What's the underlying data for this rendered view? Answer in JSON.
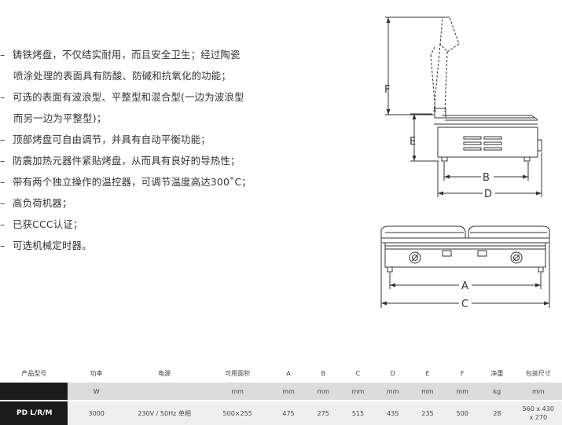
{
  "features": [
    {
      "text": "铸铁烤盘，不仅结实耐用，而且安全卫生；经过陶瓷",
      "dash": true
    },
    {
      "text": "喷涂处理的表面具有防酸、防碱和抗氧化的功能；",
      "dash": false
    },
    {
      "text": "可选的表面有波浪型、平整型和混合型(一边为波浪型",
      "dash": true
    },
    {
      "text": "而另一边为平整型)；",
      "dash": false
    },
    {
      "text": "顶部烤盘可自由调节，并具有自动平衡功能；",
      "dash": true
    },
    {
      "text": "防震加热元器件紧贴烤盘，从而具有良好的导热性；",
      "dash": true
    },
    {
      "text": "带有两个独立操作的温控器，可调节温度高达300˚C；",
      "dash": true
    },
    {
      "text": "高负荷机器；",
      "dash": true
    },
    {
      "text": "已获CCC认证；",
      "dash": true
    },
    {
      "text": "可选机械定时器。",
      "dash": true
    }
  ],
  "dash_symbol": "–",
  "dimension_labels": {
    "F": "F",
    "E": "E",
    "B": "B",
    "D": "D",
    "A": "A",
    "C": "C"
  },
  "table": {
    "headers": [
      "产品型号",
      "功率",
      "电源",
      "可用面积",
      "A",
      "B",
      "C",
      "D",
      "E",
      "F",
      "净重",
      "包装尺寸"
    ],
    "units": [
      "",
      "W",
      "",
      "mm",
      "mm",
      "mm",
      "mm",
      "mm",
      "mm",
      "mm",
      "kg",
      "mm"
    ],
    "row": {
      "model": "PD L/R/M",
      "power": "3000",
      "supply": "230V / 50Hz 单相",
      "area": "500×255",
      "A": "475",
      "B": "275",
      "C": "515",
      "D": "435",
      "E": "235",
      "F": "500",
      "weight": "28",
      "pack_line1": "560 x 430",
      "pack_line2": "x 270"
    }
  },
  "colors": {
    "model_cell": "#1b1b1b",
    "units_row": "#dcdcdc",
    "data_row": "#efefef",
    "line": "#333333"
  }
}
